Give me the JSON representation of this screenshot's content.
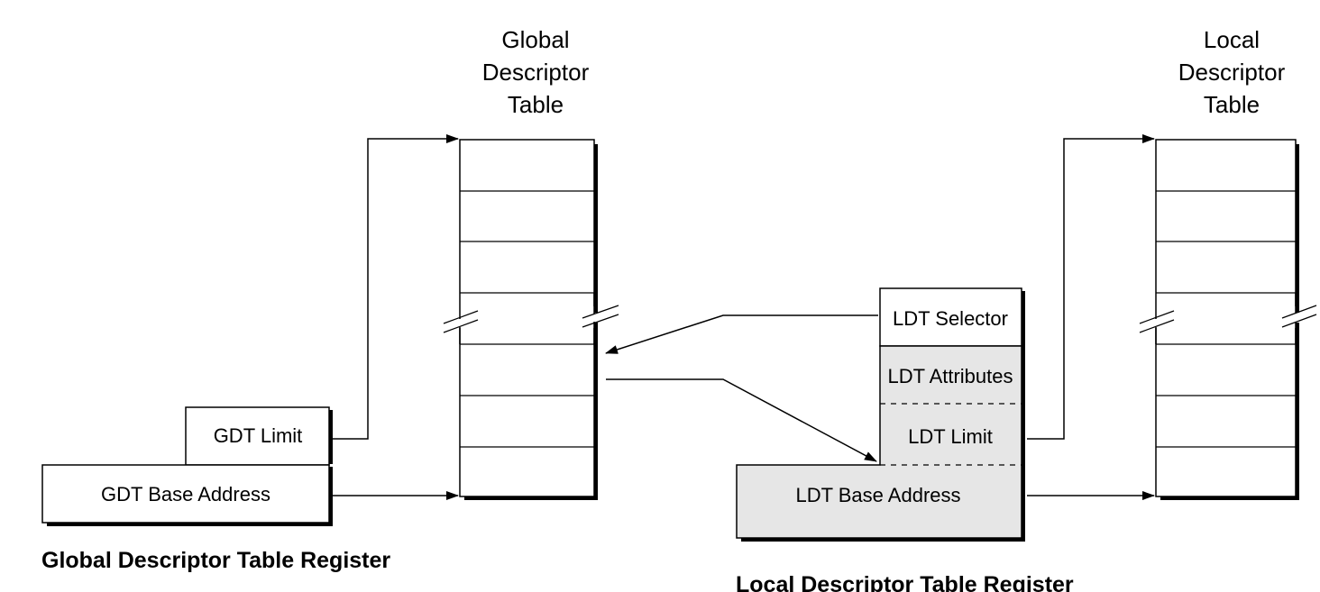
{
  "gdt_title": [
    "Global",
    "Descriptor",
    "Table"
  ],
  "ldt_title": [
    "Local",
    "Descriptor",
    "Table"
  ],
  "gdtr": {
    "limit_label": "GDT Limit",
    "base_label": "GDT Base Address",
    "caption": "Global Descriptor Table Register"
  },
  "ldtr": {
    "selector_label": "LDT Selector",
    "attributes_label": "LDT Attributes",
    "limit_label": "LDT Limit",
    "base_label": "LDT Base Address",
    "caption": "Local Descriptor Table Register"
  },
  "colors": {
    "stroke": "#000000",
    "cached_fill": "#e6e6e6",
    "background": "#ffffff"
  }
}
